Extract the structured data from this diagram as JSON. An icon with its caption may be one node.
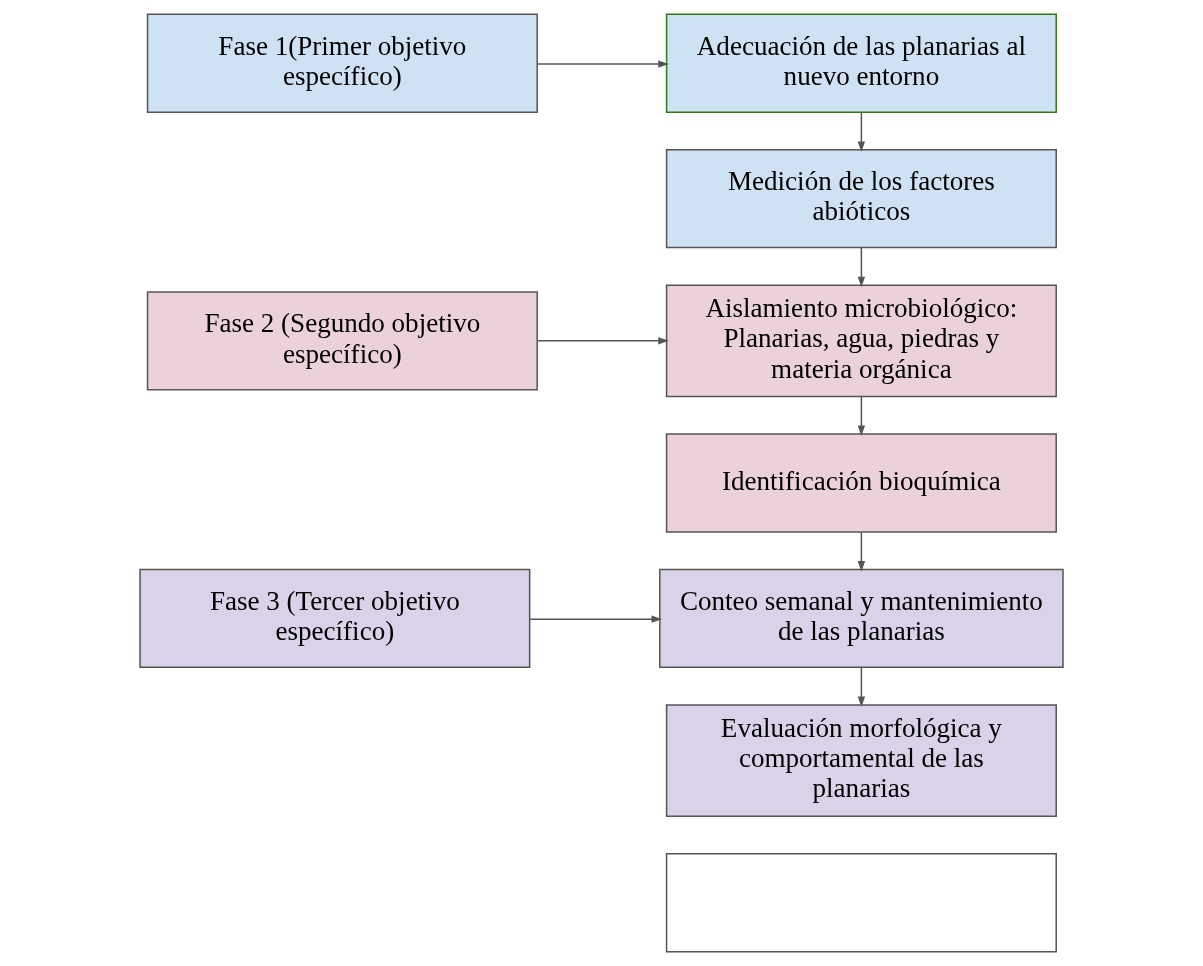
{
  "diagram": {
    "nodes": [
      {
        "text": [
          "Fase 1(Primer objetivo específico)"
        ]
      },
      {
        "text": [
          "Adecuación de las planarias al nuevo entorno"
        ]
      },
      {
        "text": [
          "Medición de los factores abióticos"
        ]
      },
      {
        "text": [
          "Fase 2 (Segundo objetivo específico)"
        ]
      },
      {
        "text": [
          "Aislamiento microbiológico: Planarias, agua, piedras y materia orgánica"
        ]
      },
      {
        "text": [
          "Identificación bioquímica"
        ]
      },
      {
        "text": [
          "Fase 3 (Tercer objetivo específico)"
        ]
      },
      {
        "text": [
          "Conteo semanal y mantenimiento de las planarias"
        ]
      },
      {
        "text": [
          "Evaluación morfológica y comportamental de las planarias"
        ]
      },
      {
        "text": [],
        "shape": "box"
      }
    ],
    "edges": [
      {
        "from": 0,
        "to": 1,
        "arrow": "to"
      },
      {
        "from": 1,
        "to": 2,
        "arrow": "to"
      },
      {
        "from": 2,
        "to": 4,
        "arrow": "to"
      },
      {
        "from": 3,
        "to": 4,
        "arrow": "to"
      },
      {
        "from": 4,
        "to": 5,
        "arrow": "to"
      },
      {
        "from": 5,
        "to": 7,
        "arrow": "to"
      },
      {
        "from": 6,
        "to": 7,
        "arrow": "to"
      },
      {
        "from": 7,
        "to": 8,
        "arrow": "to"
      }
    ]
  }
}
